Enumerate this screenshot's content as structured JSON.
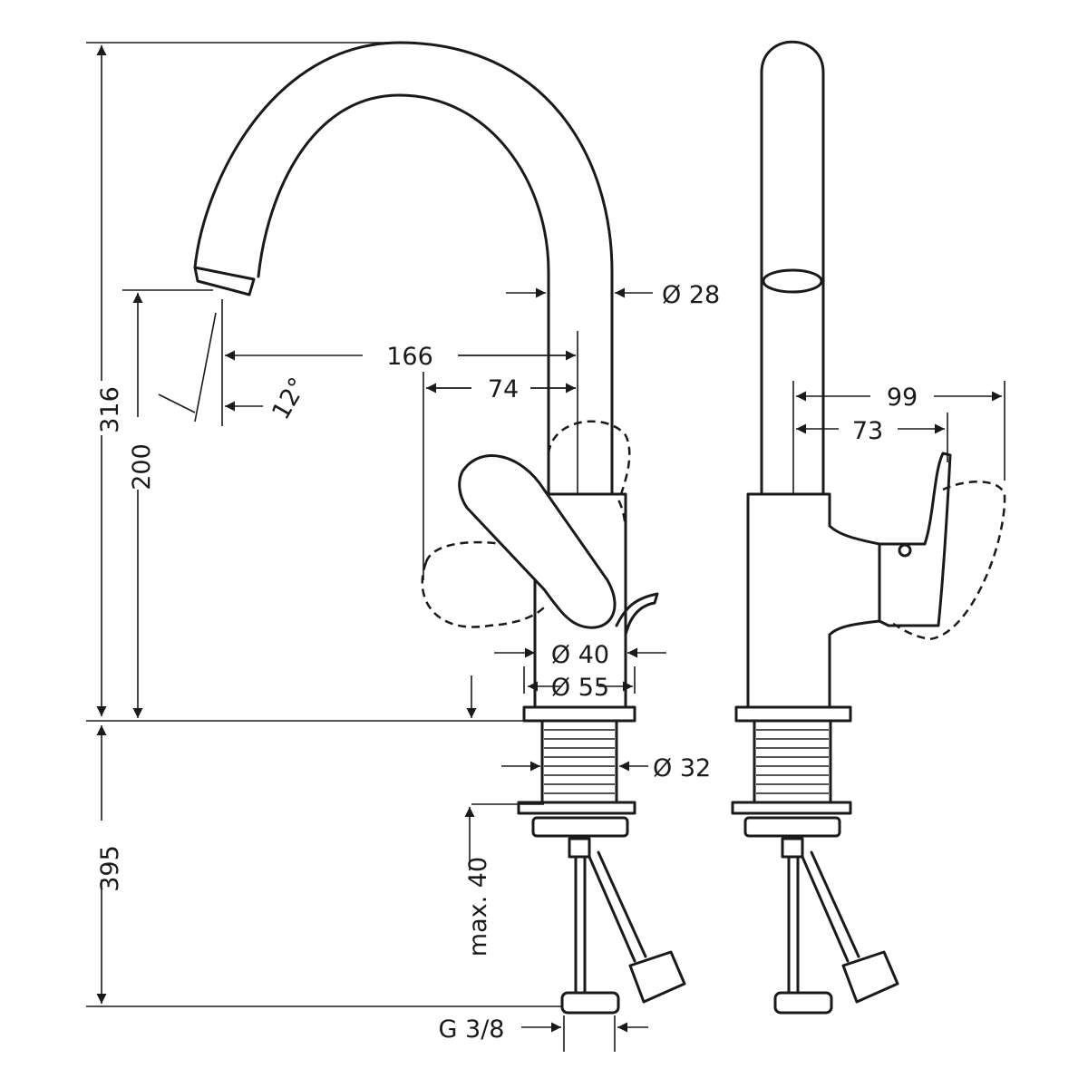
{
  "drawing": {
    "front_view": {
      "height_total": "316",
      "height_spout": "200",
      "height_below": "395",
      "reach_166": "166",
      "reach_74": "74",
      "angle": "12°",
      "spout_diameter": "Ø 28",
      "body_diameter": "Ø 40",
      "base_diameter": "Ø 55",
      "shank_diameter": "Ø 32",
      "max_thickness": "max. 40",
      "connection": "G 3/8"
    },
    "side_view": {
      "lever_99": "99",
      "lever_73": "73"
    }
  }
}
